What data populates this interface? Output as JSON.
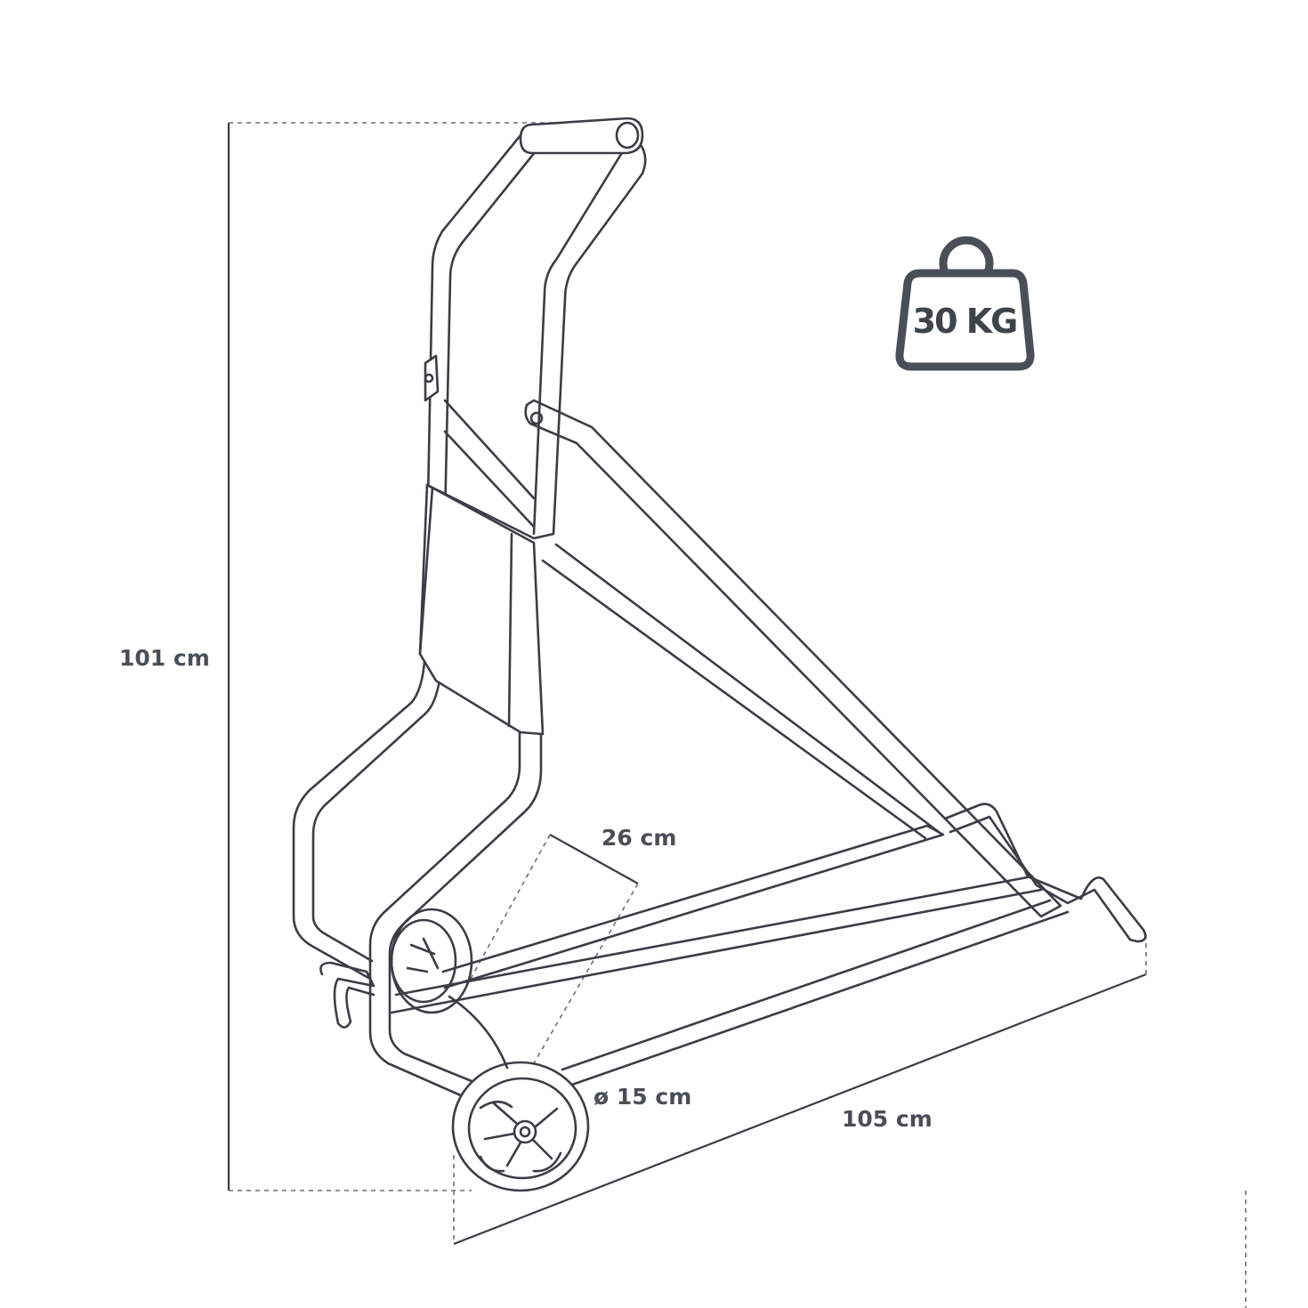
{
  "figure": {
    "height_label": "101 cm",
    "depth_label": "26 cm",
    "wheel_label": "ø 15 cm",
    "length_label": "105 cm"
  },
  "weight_badge": {
    "label": "30 KG",
    "icon": "weight-icon",
    "color": "#4a4f57"
  },
  "colors": {
    "line": "#3a3e44",
    "text": "#4a4f57",
    "background": "#ffffff"
  }
}
